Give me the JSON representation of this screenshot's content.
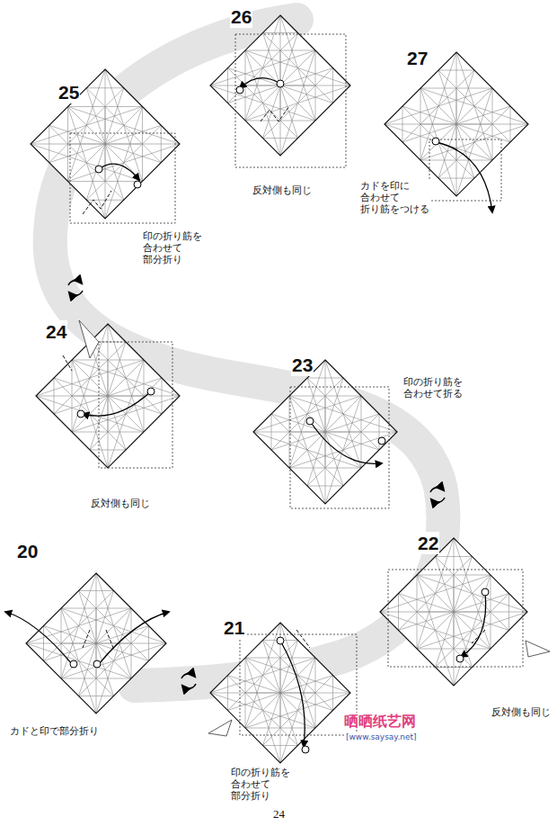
{
  "diagram": {
    "labels": [
      "25",
      "印の折り筋を 合わせて 部分折り",
      "26",
      "反対側も同じ",
      "27",
      "カドを印に 合わせて 折り筋をつける",
      "24",
      "反対側も同じ",
      "23",
      "印の折り筋を 合わせて折る",
      "22",
      "反対側も同じ",
      "20",
      "カドと印で部分折り",
      "21",
      "印の折り筋を 合わせて 部分折り",
      "晒晒纸艺网",
      "[www.saysay.net]",
      "24"
    ]
  }
}
